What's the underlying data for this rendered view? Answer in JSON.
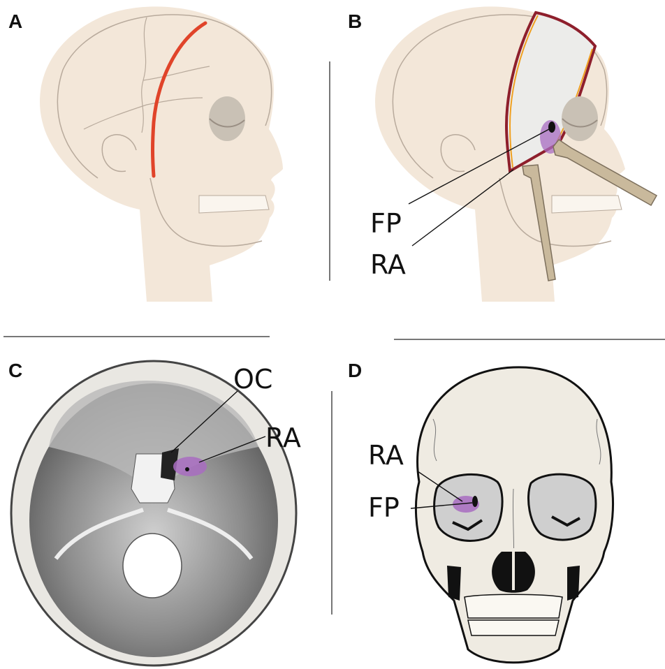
{
  "panels": {
    "a": {
      "letter": "A"
    },
    "b": {
      "letter": "B",
      "labels": {
        "fp": "FP",
        "ra": "RA"
      }
    },
    "c": {
      "letter": "C",
      "labels": {
        "oc": "OC",
        "ra": "RA"
      }
    },
    "d": {
      "letter": "D",
      "labels": {
        "ra": "RA",
        "fp": "FP"
      }
    }
  },
  "colors": {
    "skin": "#f3e7d9",
    "skull_line": "#b8aa9c",
    "incision": "#e0442a",
    "flap_edge_outer": "#8e1f2c",
    "flap_edge_inner": "#f0a020",
    "highlight_purple": "#a86cc1",
    "retractor": "#c9b99c",
    "bone_fill": "#efebe2"
  }
}
